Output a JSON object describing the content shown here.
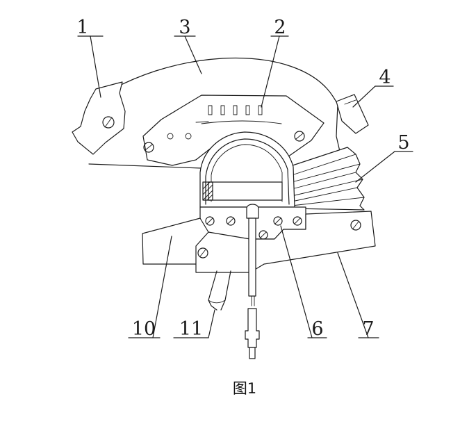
{
  "caption": "图1",
  "callouts": [
    {
      "id": "1",
      "label": "1"
    },
    {
      "id": "2",
      "label": "2"
    },
    {
      "id": "3",
      "label": "3"
    },
    {
      "id": "4",
      "label": "4"
    },
    {
      "id": "5",
      "label": "5"
    },
    {
      "id": "6",
      "label": "6"
    },
    {
      "id": "7",
      "label": "7"
    },
    {
      "id": "10",
      "label": "10"
    },
    {
      "id": "11",
      "label": "11"
    }
  ]
}
